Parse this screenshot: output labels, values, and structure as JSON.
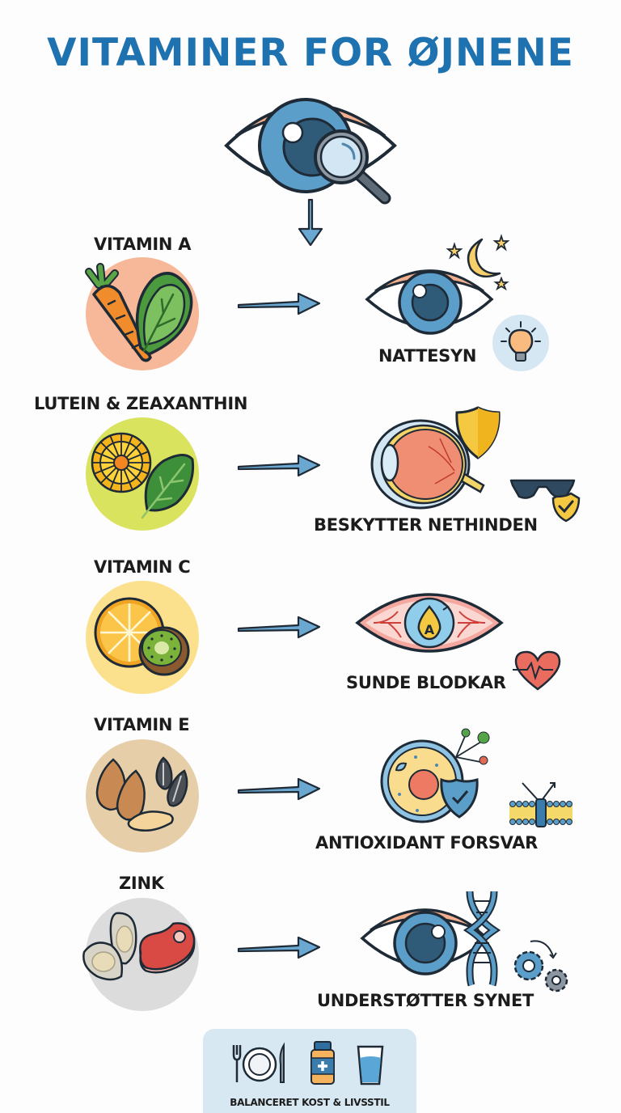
{
  "title": "VITAMINER FOR ØJNENE",
  "colors": {
    "title_blue": "#1f72b0",
    "arrow_blue": "#6aa8d2",
    "outline": "#1e2a36",
    "iris": "#5b9ec9",
    "pupil": "#2f5a78",
    "eyelid": "#f2b08f"
  },
  "header_icon": "eye-with-magnifier-icon",
  "rows": [
    {
      "nutrient": "VITAMIN A",
      "food_icons": [
        "carrot-icon",
        "lettuce-icon"
      ],
      "circle_color": "#f6b899",
      "benefit": "NATTESYN",
      "benefit_icons": [
        "eye-icon",
        "moon-stars-icon",
        "lightbulb-icon"
      ]
    },
    {
      "nutrient": "LUTEIN & ZEAXANTHIN",
      "food_icons": [
        "marigold-flower-icon",
        "spinach-leaf-icon"
      ],
      "circle_color": "#d9e35e",
      "benefit": "BESKYTTER NETHINDEN",
      "benefit_icons": [
        "eyeball-cross-section-icon",
        "shield-icon",
        "sunglasses-shield-icon"
      ]
    },
    {
      "nutrient": "VITAMIN C",
      "food_icons": [
        "orange-slice-icon",
        "kiwi-icon"
      ],
      "circle_color": "#fbe08e",
      "benefit": "SUNDE BLODKAR",
      "benefit_icons": [
        "eye-blood-vessels-icon",
        "vitamin-drop-icon",
        "heart-pulse-icon"
      ],
      "drop_letter": "A"
    },
    {
      "nutrient": "VITAMIN E",
      "food_icons": [
        "almonds-icon",
        "sunflower-seeds-icon"
      ],
      "circle_color": "#e6cfa8",
      "benefit": "ANTIOXIDANT FORSVAR",
      "benefit_icons": [
        "cell-shield-icon",
        "free-radicals-icon",
        "cell-membrane-icon"
      ]
    },
    {
      "nutrient": "ZINK",
      "food_icons": [
        "oysters-icon",
        "steak-icon"
      ],
      "circle_color": "#dcdcdc",
      "benefit": "UNDERSTØTTER SYNET",
      "benefit_icons": [
        "eye-icon",
        "dna-icon",
        "gears-icon"
      ]
    }
  ],
  "footer": {
    "label": "BALANCERET KOST & LIVSSTIL",
    "icons": [
      "plate-cutlery-icon",
      "supplement-bottle-icon",
      "water-glass-icon"
    ]
  }
}
